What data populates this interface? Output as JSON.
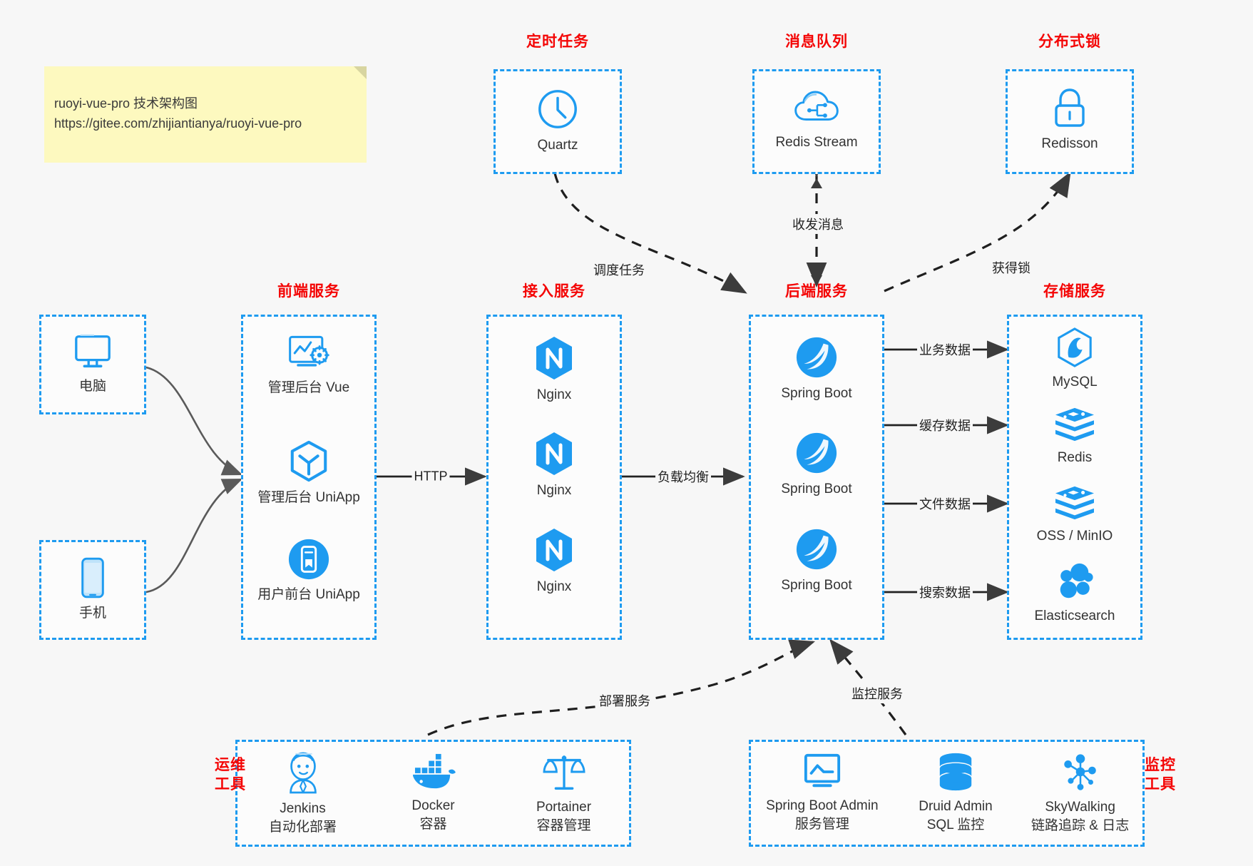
{
  "note": {
    "text": "ruoyi-vue-pro 技术架构图\nhttps://gitee.com/zhijiantianya/ruoyi-vue-pro"
  },
  "colors": {
    "accent": "#1e9bf0",
    "group_title": "#f40505",
    "background": "#f7f7f7",
    "note_bg": "#fdf9bf",
    "text": "#333333",
    "edge": "#222222"
  },
  "groups": {
    "scheduler": {
      "title": "定时任务"
    },
    "mq": {
      "title": "消息队列"
    },
    "lock": {
      "title": "分布式锁"
    },
    "frontend": {
      "title": "前端服务"
    },
    "gateway": {
      "title": "接入服务"
    },
    "backend": {
      "title": "后端服务"
    },
    "storage": {
      "title": "存储服务"
    },
    "devops": {
      "title": "运维\n工具"
    },
    "monitor": {
      "title": "监控\n工具"
    }
  },
  "clients": [
    {
      "label": "电脑",
      "icon": "desktop-computer-icon"
    },
    {
      "label": "手机",
      "icon": "mobile-phone-icon"
    }
  ],
  "scheduler_items": [
    {
      "label": "Quartz",
      "icon": "clock-icon"
    }
  ],
  "mq_items": [
    {
      "label": "Redis Stream",
      "icon": "cloud-stream-icon"
    }
  ],
  "lock_items": [
    {
      "label": "Redisson",
      "icon": "lock-icon"
    }
  ],
  "frontend_items": [
    {
      "label": "管理后台 Vue",
      "icon": "dashboard-settings-icon"
    },
    {
      "label": "管理后台 UniApp",
      "icon": "cube-icon"
    },
    {
      "label": "用户前台 UniApp",
      "icon": "mobile-app-icon"
    }
  ],
  "gateway_items": [
    {
      "label": "Nginx",
      "icon": "nginx-icon"
    },
    {
      "label": "Nginx",
      "icon": "nginx-icon"
    },
    {
      "label": "Nginx",
      "icon": "nginx-icon"
    }
  ],
  "backend_items": [
    {
      "label": "Spring Boot",
      "icon": "spring-boot-icon"
    },
    {
      "label": "Spring Boot",
      "icon": "spring-boot-icon"
    },
    {
      "label": "Spring Boot",
      "icon": "spring-boot-icon"
    }
  ],
  "storage_items": [
    {
      "label": "MySQL",
      "icon": "mysql-icon"
    },
    {
      "label": "Redis",
      "icon": "redis-icon"
    },
    {
      "label": "OSS / MinIO",
      "icon": "object-storage-icon"
    },
    {
      "label": "Elasticsearch",
      "icon": "elasticsearch-icon"
    }
  ],
  "devops_items": [
    {
      "label": "Jenkins\n自动化部署",
      "icon": "jenkins-butler-icon"
    },
    {
      "label": "Docker\n容器",
      "icon": "docker-whale-icon"
    },
    {
      "label": "Portainer\n容器管理",
      "icon": "scales-icon"
    }
  ],
  "monitor_items": [
    {
      "label": "Spring Boot Admin\n服务管理",
      "icon": "monitor-chart-icon"
    },
    {
      "label": "Druid Admin\nSQL 监控",
      "icon": "database-cylinder-icon"
    },
    {
      "label": "SkyWalking\n链路追踪 & 日志",
      "icon": "network-trace-icon"
    }
  ],
  "edge_labels": {
    "http": "HTTP",
    "load_balance": "负载均衡",
    "schedule_task": "调度任务",
    "send_receive_message": "收发消息",
    "acquire_lock": "获得锁",
    "business_data": "业务数据",
    "cache_data": "缓存数据",
    "file_data": "文件数据",
    "search_data": "搜索数据",
    "deploy_service": "部署服务",
    "monitor_service": "监控服务"
  }
}
